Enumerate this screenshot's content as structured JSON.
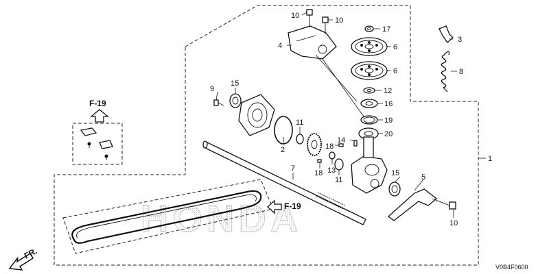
{
  "diagram": {
    "code": "V0B4F0600",
    "watermark": "HONDA",
    "front_marker": "FR.",
    "ref_top": "F-19",
    "ref_belt": "F-19",
    "callouts": {
      "c1": "1",
      "c2": "2",
      "c3": "3",
      "c4": "4",
      "c5": "5",
      "c6a": "6",
      "c6b": "6",
      "c7": "7",
      "c8": "8",
      "c9": "9",
      "c10a": "10",
      "c10b": "10",
      "c10c": "10",
      "c11a": "11",
      "c11b": "11",
      "c12": "12",
      "c13": "13",
      "c14": "14",
      "c15a": "15",
      "c15b": "15",
      "c16": "16",
      "c17": "17",
      "c18a": "18",
      "c18b": "18",
      "c19": "19",
      "c20": "20"
    }
  }
}
